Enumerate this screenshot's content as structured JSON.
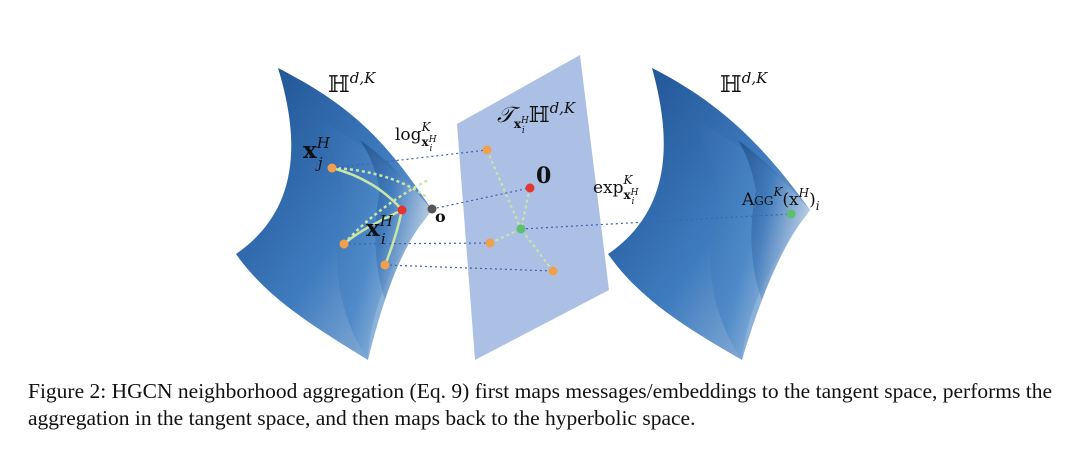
{
  "figure": {
    "manifold_left_label": "ℍ",
    "manifold_right_label": "ℍ",
    "manifold_sup": "d,K",
    "tangent_label_main": "𝒯",
    "tangent_label_sub_x": "x",
    "tangent_label_sub_h": "H",
    "tangent_label_sub_i": "i",
    "tangent_label_space": "ℍ",
    "tangent_label_sup": "d,K",
    "log_label": "log",
    "log_sup": "K",
    "log_sub": "x",
    "log_sub_sup": "H",
    "log_sub_sub": "i",
    "exp_label": "exp",
    "exp_sup": "K",
    "exp_sub": "x",
    "exp_sub_sup": "H",
    "exp_sub_sub": "i",
    "xj_label": "x",
    "xj_sup": "H",
    "xj_sub": "j",
    "xi_label": "x",
    "xi_sup": "H",
    "xi_sub": "i",
    "origin_label": "o",
    "zero_label": "0",
    "agg_label": "Agg",
    "agg_sup": "K",
    "agg_arg": "(x",
    "agg_arg_sup": "H",
    "agg_arg_close": ")",
    "agg_sub": "i"
  },
  "caption": "Figure 2: HGCN neighborhood aggregation (Eq. 9) first maps messages/embeddings to the tangent space, performs the aggregation in the tangent space, and then maps back to the hyperbolic space."
}
